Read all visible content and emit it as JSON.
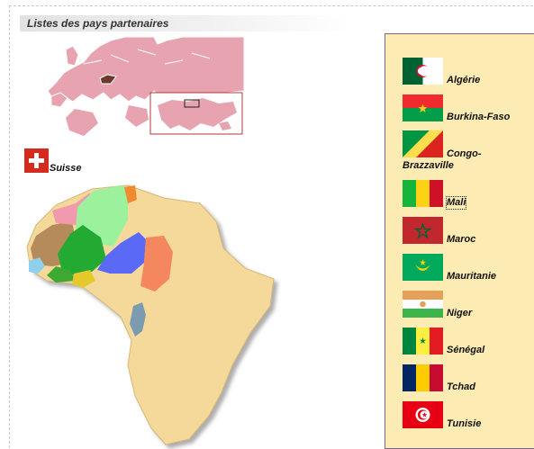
{
  "header": {
    "title": "Listes des pays partenaires"
  },
  "home_country": {
    "name": "Suisse",
    "flag_icon": "swiss-flag-icon"
  },
  "partners": [
    {
      "name": "Algérie"
    },
    {
      "name": "Burkina-Faso"
    },
    {
      "name": "Congo-Brazzaville"
    },
    {
      "name": "Mali"
    },
    {
      "name": "Maroc"
    },
    {
      "name": "Mauritanie"
    },
    {
      "name": "Niger"
    },
    {
      "name": "Sénégal"
    },
    {
      "name": "Tchad"
    },
    {
      "name": "Tunisie"
    }
  ],
  "colors": {
    "panel_bg": "#fdebb4",
    "panel_border": "#7b6394",
    "africa_land": "#f5d99b",
    "europe_land": "#e7a3b0"
  }
}
